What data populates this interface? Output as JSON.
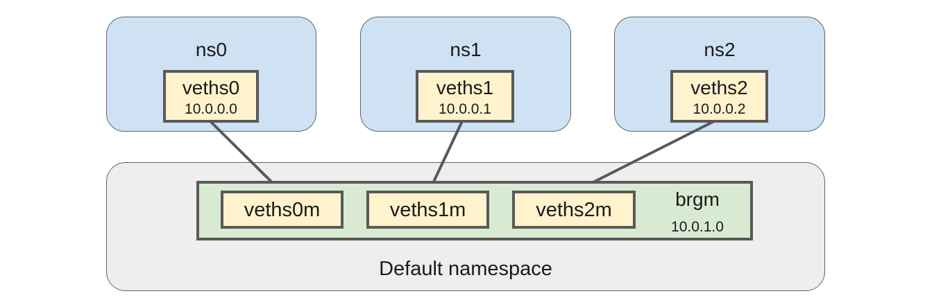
{
  "namespaces": [
    {
      "name": "ns0",
      "veth": {
        "name": "veths0",
        "ip": "10.0.0.0"
      }
    },
    {
      "name": "ns1",
      "veth": {
        "name": "veths1",
        "ip": "10.0.0.1"
      }
    },
    {
      "name": "ns2",
      "veth": {
        "name": "veths2",
        "ip": "10.0.0.2"
      }
    }
  ],
  "default_namespace": {
    "label": "Default namespace",
    "bridge": {
      "name": "brgm",
      "ip": "10.0.1.0",
      "ports": [
        "veths0m",
        "veths1m",
        "veths2m"
      ]
    }
  },
  "colors": {
    "namespace_fill": "#cfe2f3",
    "default_namespace_fill": "#eeeeee",
    "bridge_fill": "#d9ead3",
    "veth_fill": "#fff2cc",
    "border": "#595959",
    "link": "#595959"
  }
}
